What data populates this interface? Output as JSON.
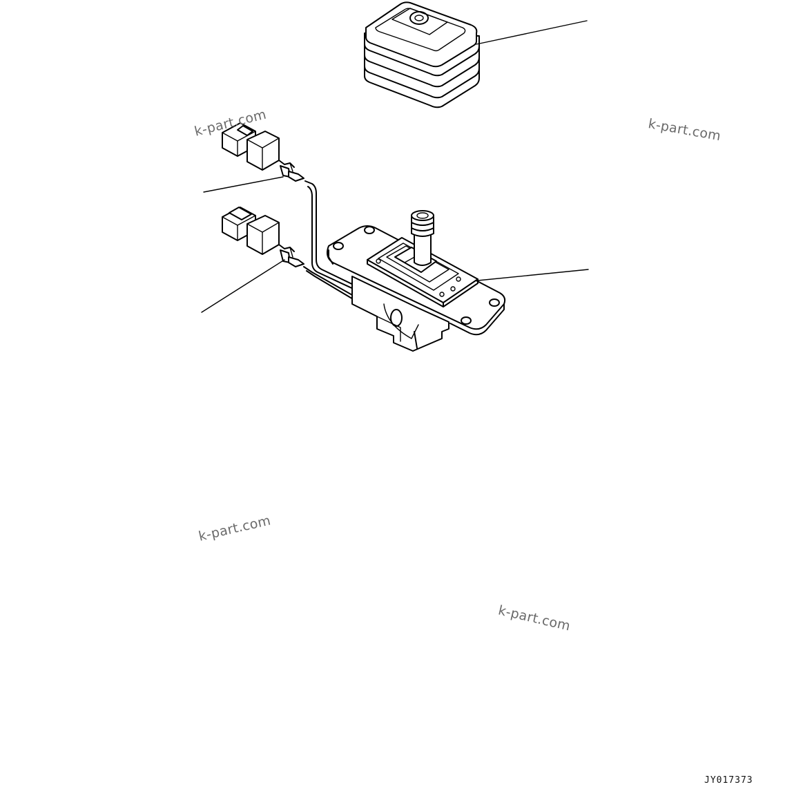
{
  "drawing_id": "JY017373",
  "watermarks": [
    "k-part.com",
    "k-part.com",
    "k-part.com",
    "k-part.com"
  ],
  "parts": [
    {
      "name": "rubber-boot",
      "label": ""
    },
    {
      "name": "connector-upper",
      "label": ""
    },
    {
      "name": "connector-lower",
      "label": ""
    },
    {
      "name": "lever-switch-bracket",
      "label": ""
    }
  ],
  "colors": {
    "line": "#000000",
    "background": "#ffffff",
    "watermark": "#6a6a6a"
  }
}
